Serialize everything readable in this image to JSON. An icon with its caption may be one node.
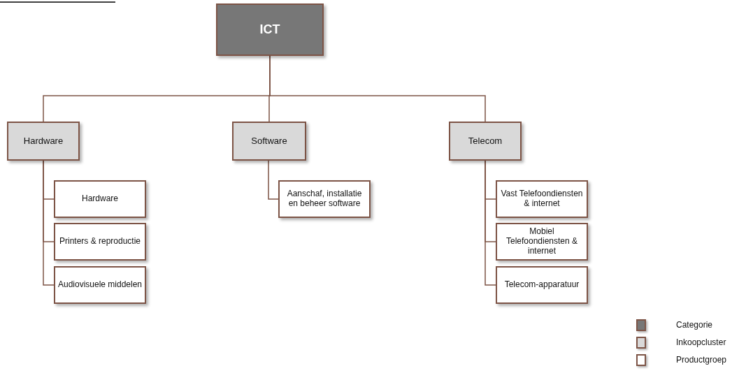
{
  "diagram": {
    "nodes": [
      {
        "text": [
          "ICT"
        ]
      },
      {
        "text": [
          "Hardware"
        ]
      },
      {
        "text": [
          "Software"
        ]
      },
      {
        "text": [
          "Telecom"
        ]
      },
      {
        "text": [
          "Hardware"
        ]
      },
      {
        "text": [
          "Printers & reproductie"
        ]
      },
      {
        "text": [
          "Audiovisuele middelen"
        ]
      },
      {
        "text": [
          "Aanschaf, installatie en beheer software"
        ]
      },
      {
        "text": [
          "Vast Telefoondiensten & internet"
        ]
      },
      {
        "text": [
          "Mobiel Telefoondiensten & internet"
        ]
      },
      {
        "text": [
          "Telecom-apparatuur"
        ]
      }
    ],
    "edges": [
      {
        "from": 0,
        "to": 1,
        "arrow": "none"
      },
      {
        "from": 0,
        "to": 2,
        "arrow": "none"
      },
      {
        "from": 0,
        "to": 3,
        "arrow": "none"
      },
      {
        "from": 1,
        "to": 4,
        "arrow": "none"
      },
      {
        "from": 1,
        "to": 5,
        "arrow": "none"
      },
      {
        "from": 1,
        "to": 6,
        "arrow": "none"
      },
      {
        "from": 2,
        "to": 7,
        "arrow": "none"
      },
      {
        "from": 3,
        "to": 8,
        "arrow": "none"
      },
      {
        "from": 3,
        "to": 9,
        "arrow": "none"
      },
      {
        "from": 3,
        "to": 10,
        "arrow": "none"
      }
    ],
    "legend": [
      {
        "text": "Categorie",
        "color": "#777777"
      },
      {
        "text": "Inkoopcluster",
        "color": "#d9d9d9"
      },
      {
        "text": "Productgroep",
        "color": "#ffffff"
      }
    ]
  }
}
